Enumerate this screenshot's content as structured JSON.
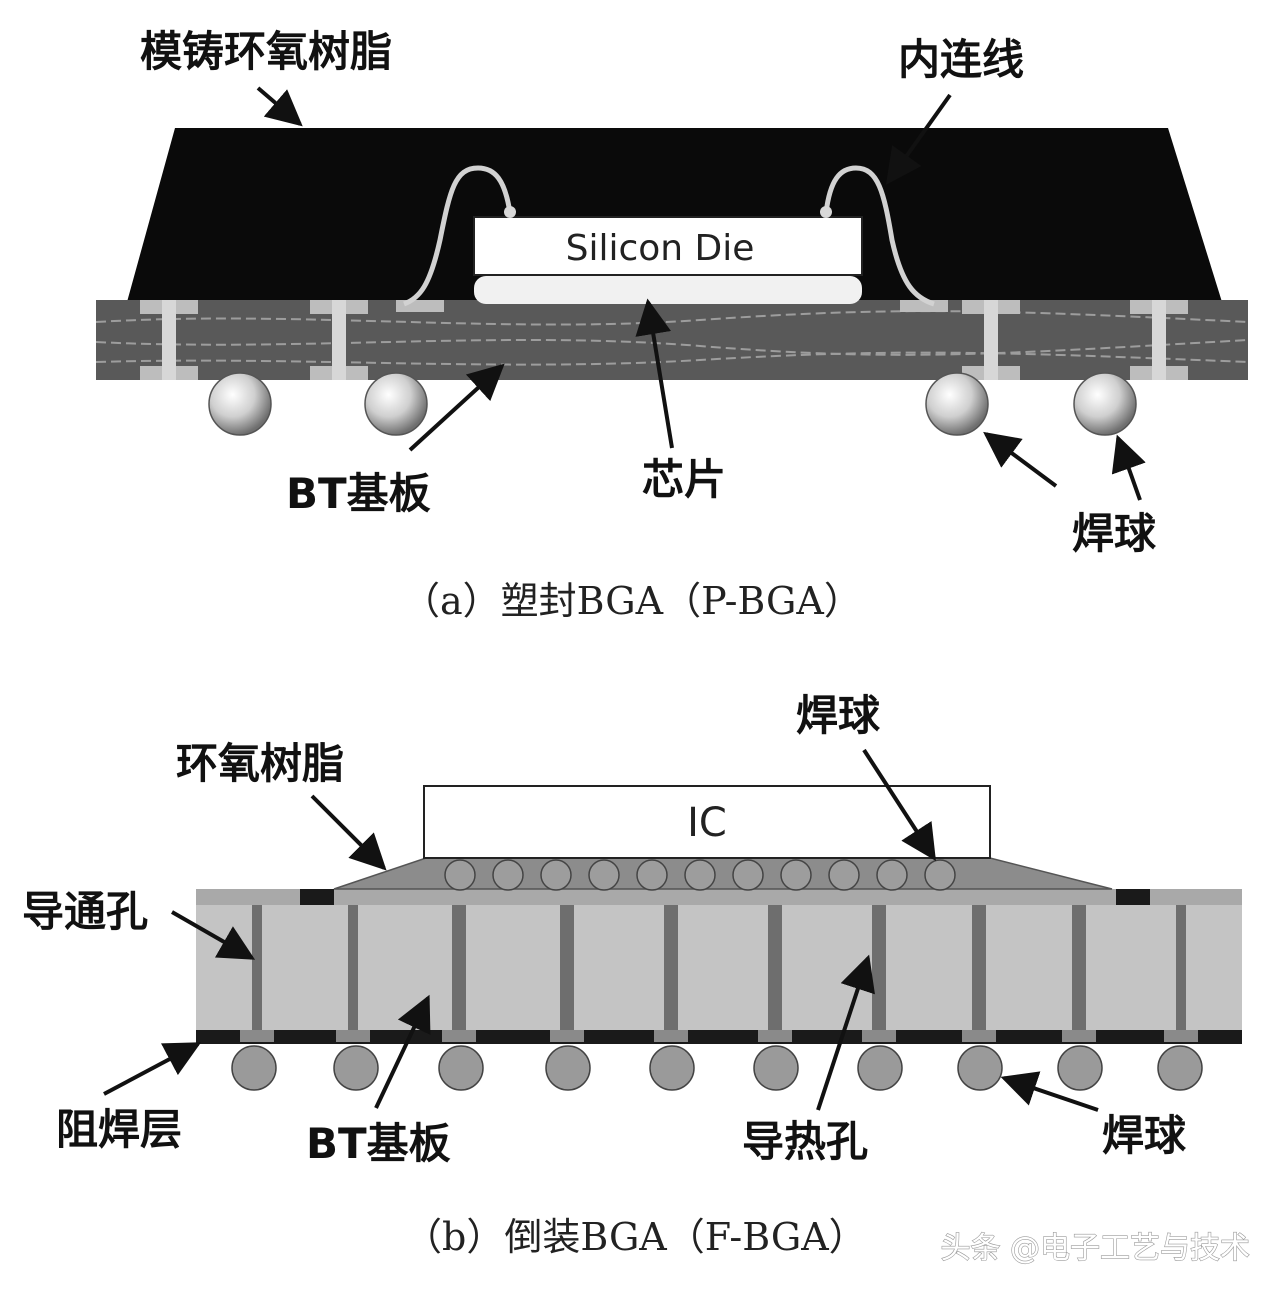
{
  "figure_a": {
    "labels": {
      "mold_compound": "模铸环氧树脂",
      "interconnect": "内连线",
      "die": "Silicon Die",
      "bt_substrate": "BT基板",
      "chip": "芯片",
      "solder_ball": "焊球"
    },
    "caption": "（a）塑封BGA（P-BGA）"
  },
  "figure_b": {
    "labels": {
      "solder_ball_top": "焊球",
      "epoxy": "环氧树脂",
      "ic": "IC",
      "via": "导通孔",
      "solder_mask": "阻焊层",
      "bt_substrate": "BT基板",
      "thermal_via": "导热孔",
      "solder_ball_bottom": "焊球"
    },
    "caption": "（b）倒装BGA（F-BGA）"
  },
  "watermark": "头条 @电子工艺与技术",
  "colors": {
    "mold": "#0a0a0a",
    "substrate_a": "#585858",
    "substrate_b": "#c4c4c4",
    "via": "#6e6e6e",
    "solder_mask": "#1a1a1a",
    "ball": "#9a9a9a"
  }
}
